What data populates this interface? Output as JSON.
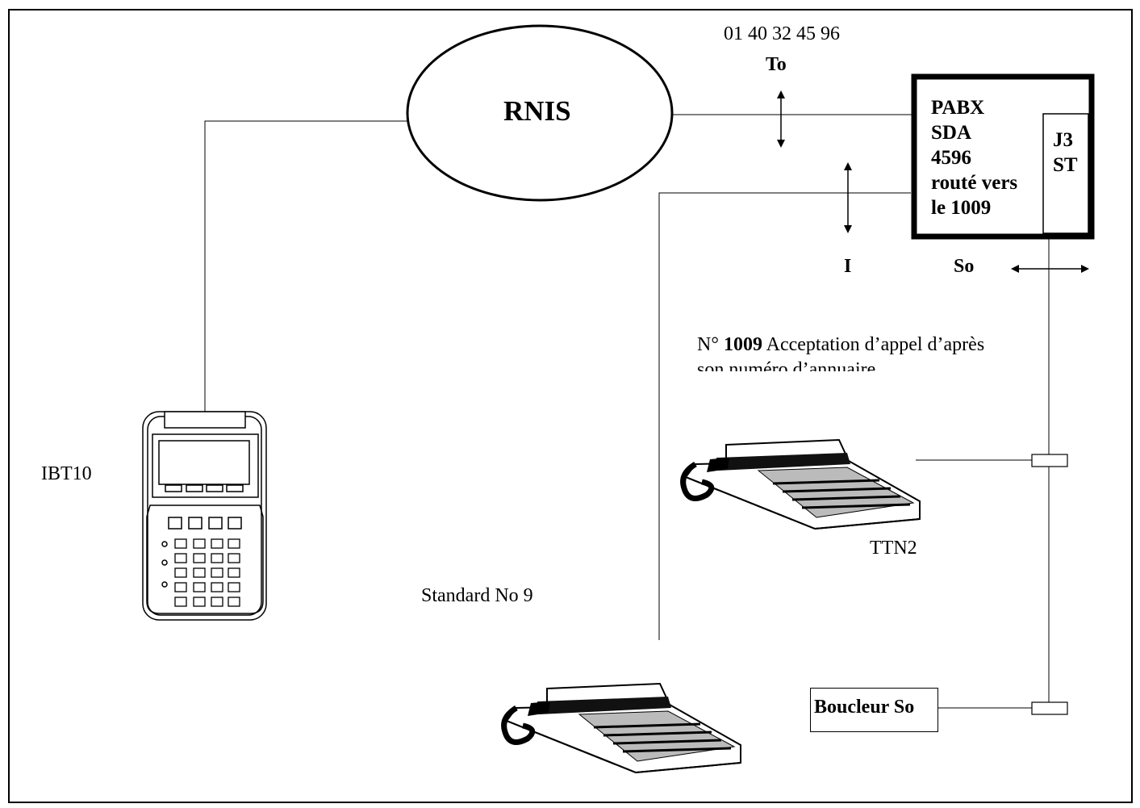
{
  "labels": {
    "phone_number": "01 40 32 45 96",
    "to": "To",
    "rnis": "RNIS",
    "pabx_lines": [
      "PABX",
      "SDA",
      "4596",
      "routé vers",
      "le 1009"
    ],
    "j3": "J3",
    "st": "ST",
    "i": "I",
    "so": "So",
    "note_prefix": "N°",
    "note_number": "1009",
    "note_line1_rest": "Acceptation d’appel d’après",
    "note_line2": "son numéro d’annuaire",
    "ibt10": "IBT10",
    "ttn2": "TTN2",
    "standard": "Standard No  9",
    "boucleur": "Boucleur So"
  }
}
